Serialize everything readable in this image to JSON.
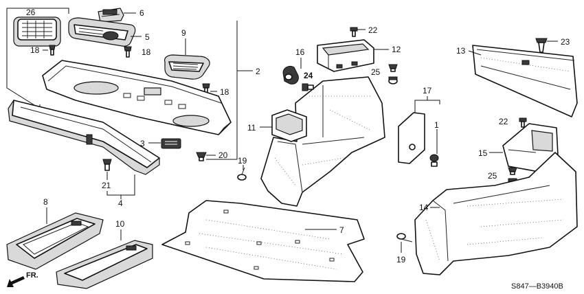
{
  "callouts": {
    "c1": "1",
    "c2": "2",
    "c3": "3",
    "c4": "4",
    "c5": "5",
    "c6": "6",
    "c7": "7",
    "c8": "8",
    "c9": "9",
    "c10": "10",
    "c11": "11",
    "c12": "12",
    "c13": "13",
    "c14": "14",
    "c15": "15",
    "c16": "16",
    "c17": "17",
    "c18a": "18",
    "c18b": "18",
    "c18c": "18",
    "c19a": "19",
    "c19b": "19",
    "c20": "20",
    "c21": "21",
    "c22a": "22",
    "c22b": "22",
    "c23": "23",
    "c24": "24",
    "c25a": "25",
    "c25b": "25",
    "c26": "26"
  },
  "direction_label": "FR.",
  "diagram_code": "S847—B3940B",
  "colors": {
    "line": "#111111",
    "shade": "#d9d9d9",
    "background": "#ffffff"
  }
}
